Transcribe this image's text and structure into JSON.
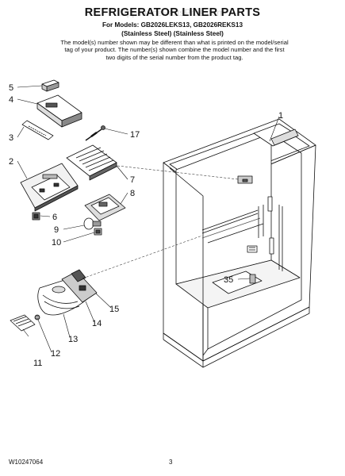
{
  "header": {
    "title": "REFRIGERATOR LINER PARTS",
    "watermark": "AppliancePartsPros.com",
    "models_line": "For Models: GB2026LEKS13, GB2026REKS13",
    "finish_line": "(Stainless Steel) (Stainless Steel)",
    "note": "The model(s) number shown may be different than what is printed on the model/serial tag of your product. The number(s) shown combine the model number and the first two digits of the serial number from the product tag."
  },
  "callouts": {
    "c1": "1",
    "c2": "2",
    "c3": "3",
    "c4": "4",
    "c5": "5",
    "c6": "6",
    "c7": "7",
    "c8": "8",
    "c9": "9",
    "c10": "10",
    "c11": "11",
    "c12": "12",
    "c13": "13",
    "c14": "14",
    "c15": "15",
    "c17": "17",
    "c35": "35"
  },
  "footer": {
    "doc_number": "W10247064",
    "page_number": "3"
  }
}
